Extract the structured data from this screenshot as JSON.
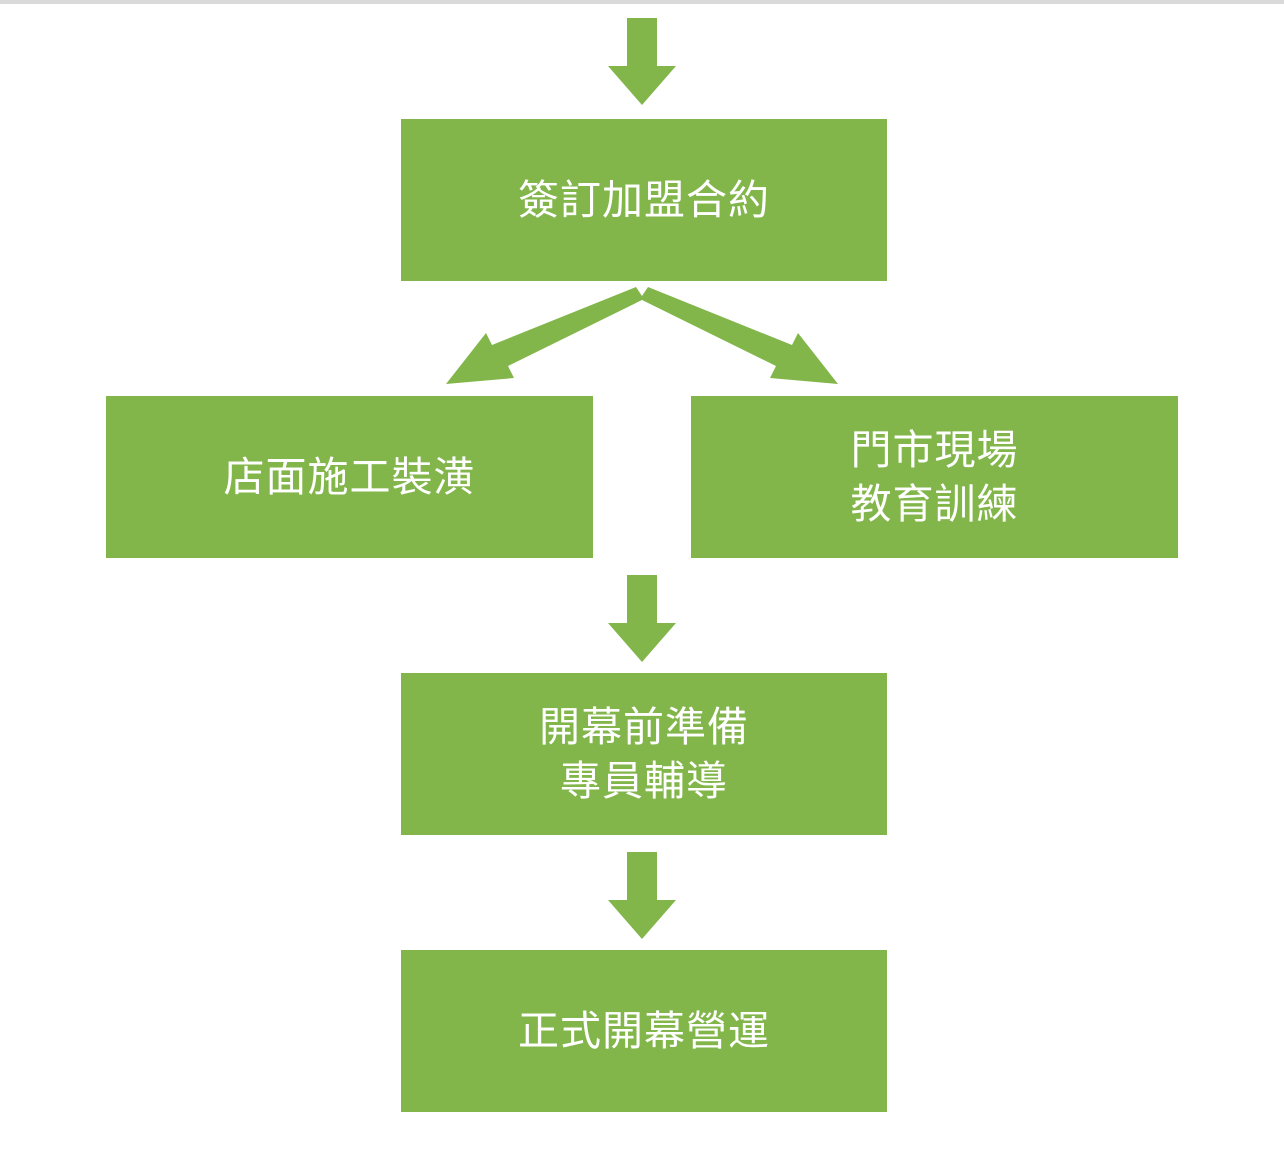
{
  "colors": {
    "box_fill": "#82b64a",
    "arrow_fill": "#82b64a",
    "text": "#ffffff"
  },
  "steps": {
    "sign_contract": {
      "lines": [
        "簽訂加盟合約"
      ]
    },
    "renovation": {
      "lines": [
        "店面施工裝潢"
      ]
    },
    "training": {
      "lines": [
        "門市現場",
        "教育訓練"
      ]
    },
    "pre_opening": {
      "lines": [
        "開幕前準備",
        "專員輔導"
      ]
    },
    "grand_opening": {
      "lines": [
        "正式開幕營運"
      ]
    }
  }
}
